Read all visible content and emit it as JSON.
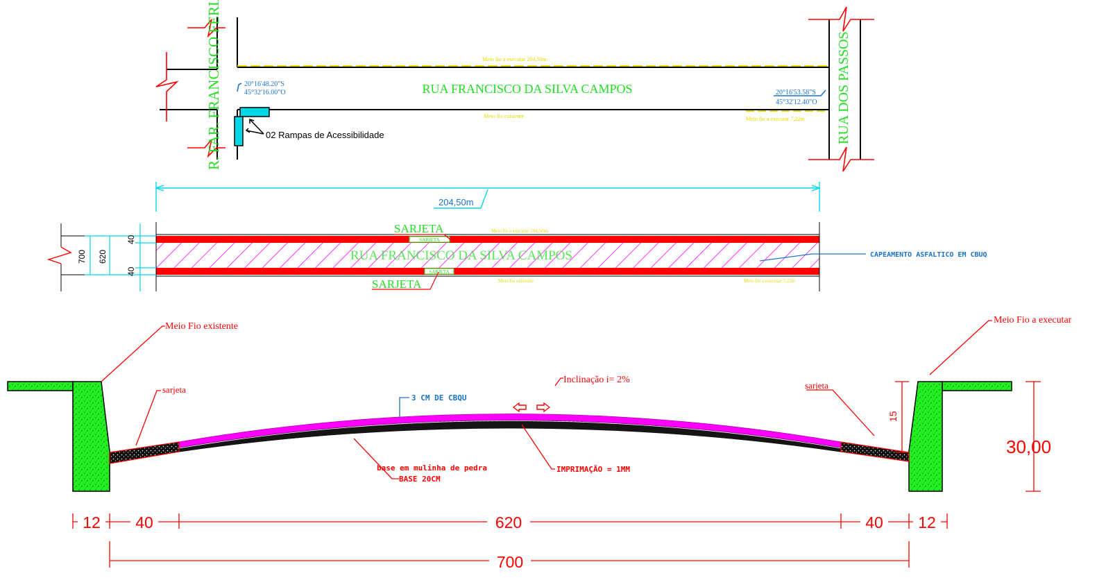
{
  "colors": {
    "green_text": "#22dd22",
    "blue_text": "#1a73c8",
    "yellow_note": "#e6d800",
    "red": "#ff0000",
    "cyan": "#00d8e8",
    "magenta": "#ff00ff",
    "grass_green": "#22ee22",
    "black": "#000000"
  },
  "plan": {
    "street_label": "RUA FRANCISCO DA SILVA CAMPOS",
    "left_street_label": "R. FAR. FRANCISCO FERIAS",
    "right_street_label": "RUA DOS PASSOS",
    "note_top": "Meio fio a executar 204,50m",
    "note_bottom_mid": "Meio fio existente",
    "note_bottom_right": "Meio fio a executar 7,22m",
    "coord_left_lat": "20°16'48.20\"S",
    "coord_left_lon": "45°32'16.00\"O",
    "coord_right_lat": "20°16'53.58\"S",
    "coord_right_lon": "45°32'12.40\"O",
    "ramps_label": "02 Rampas de Acessibilidade"
  },
  "length_dim": {
    "label": "204,50m"
  },
  "section_plan": {
    "street_label": "RUA FRANCISCO DA SILVA CAMPOS",
    "sarjeta_top": "SARJETA",
    "sarjeta_bottom": "SARJETA",
    "sarjeta_small_top": "SARJETA",
    "sarjeta_small_bottom": "SARJETA",
    "note_top": "Meio fio a executar 204,50m",
    "note_bottom_mid": "Meio fio existente",
    "note_bottom_right": "Meio fio a executar 7,22m",
    "capeamento_label": "CAPEAMENTO ASFALTICO EM CBUQ",
    "dim_700": "700",
    "dim_620": "620",
    "dim_40_top": "40",
    "dim_40_bottom": "40"
  },
  "cross_section": {
    "meio_fio_existente": "Meio Fio existente",
    "meio_fio_executar": "Meio Fio a executar",
    "sarjeta_left": "sarjeta",
    "sarjeta_right": "sarjeta",
    "inclinacao": "Inclinação i= 2%",
    "cbqu": "3 CM DE CBQU",
    "base_mulinha": "base em mulinha de pedra",
    "base_20": "BASE 20CM",
    "imprimacao": "IMPRIMAÇÃO = 1MM",
    "dim_15": "15",
    "dim_3000": "30,00",
    "dim_12_left": "12",
    "dim_40_left": "40",
    "dim_620": "620",
    "dim_40_right": "40",
    "dim_12_right": "12",
    "dim_700": "700"
  }
}
